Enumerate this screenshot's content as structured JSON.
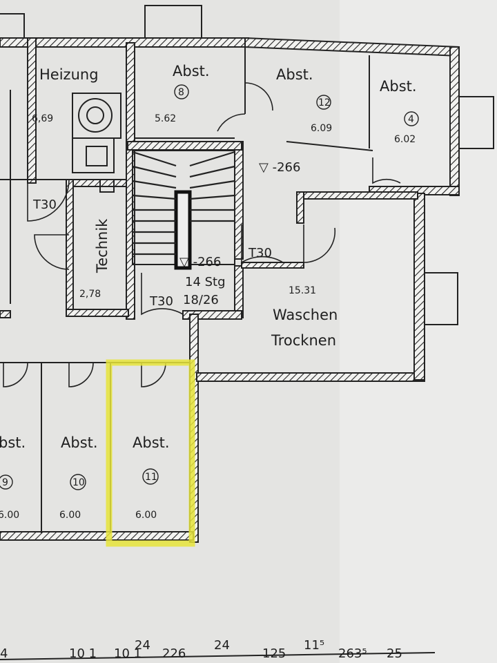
{
  "rooms": {
    "heizung": {
      "name": "Heizung",
      "area": "6,69"
    },
    "abst8": {
      "name": "Abst.",
      "number": "8",
      "area": "5.62"
    },
    "abst12": {
      "name": "Abst.",
      "number": "12",
      "area": "6.09"
    },
    "abst4": {
      "name": "Abst.",
      "number": "4",
      "area": "6.02"
    },
    "technik": {
      "name": "Technik",
      "area": "2,78"
    },
    "waschen": {
      "name_line1": "Waschen",
      "name_line2": "Trocknen",
      "area": "15.31"
    },
    "abst9": {
      "name": "bst.",
      "number": "9",
      "area": "6.00"
    },
    "abst10": {
      "name": "Abst.",
      "number": "10",
      "area": "6.00"
    },
    "abst11": {
      "name": "Abst.",
      "number": "11",
      "area": "6.00"
    }
  },
  "levels": {
    "corridor": "-266",
    "stair": "-266"
  },
  "stair": {
    "steps": "14 Stg",
    "ratio": "18/26"
  },
  "doors": {
    "t30_left": "T30",
    "t30_hall": "T30",
    "t30_stair": "T30"
  },
  "dimensions": [
    "4",
    "10 1",
    "10 1",
    "24",
    "226",
    "24",
    "125",
    "11⁵",
    "263⁵",
    "25"
  ],
  "highlight_color": "#e6e43a"
}
